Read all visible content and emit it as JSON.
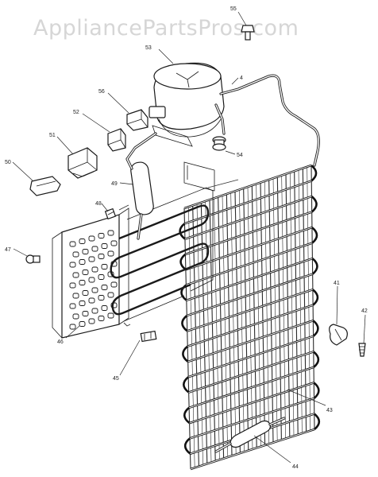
{
  "watermark": "AppliancePartsPros.com",
  "callouts": {
    "c55": "55",
    "c53": "53",
    "c56": "56",
    "c52": "52",
    "c4": "4",
    "c51": "51",
    "c54": "54",
    "c50": "50",
    "c49": "49",
    "c48": "48",
    "c47": "47",
    "c46": "46",
    "c45": "45",
    "c41": "41",
    "c42": "42",
    "c43": "43",
    "c44": "44"
  }
}
